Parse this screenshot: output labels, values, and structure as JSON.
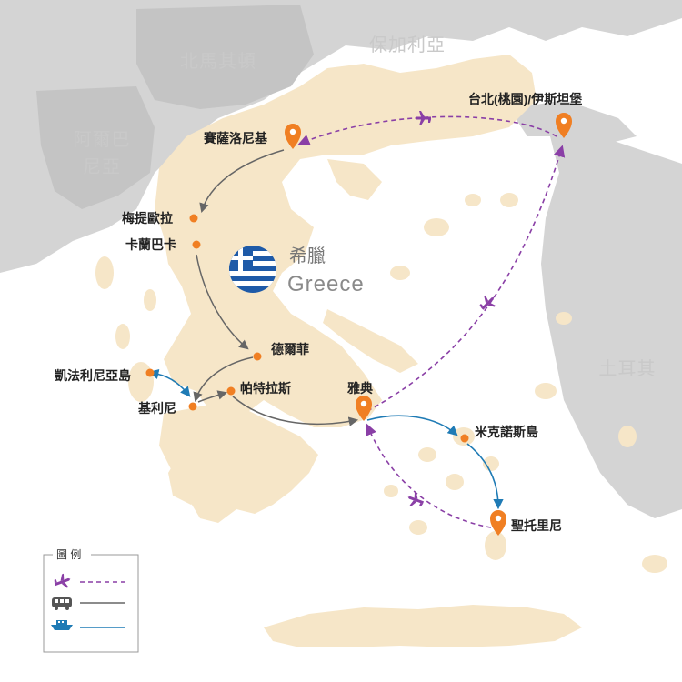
{
  "colors": {
    "sea": "#ffffff",
    "neighbor_land": "#d4d4d4",
    "greece_land": "#f6e6c8",
    "flight": "#8a3fa6",
    "bus": "#666666",
    "ferry": "#1f7bb5",
    "pin": "#f07f23",
    "dot": "#f07f23"
  },
  "countries": {
    "north_macedonia": "北馬其頓",
    "bulgaria": "保加利亞",
    "albania_line1": "阿爾巴",
    "albania_line2": "尼亞",
    "turkey": "土耳其"
  },
  "greece": {
    "name_zh": "希臘",
    "name_en": "Greece",
    "flag_icon": "greece-flag-icon"
  },
  "cities": {
    "thessaloniki": "賽薩洛尼基",
    "taipei_istanbul": "台北(桃園)/伊斯坦堡",
    "meteora": "梅提歐拉",
    "kalambaka": "卡蘭巴卡",
    "delphi": "德爾菲",
    "kefalonia": "凱法利尼亞島",
    "kyllini": "基利尼",
    "patras": "帕特拉斯",
    "athens": "雅典",
    "mykonos": "米克諾斯島",
    "santorini": "聖托里尼"
  },
  "legend": {
    "title": "圖 例",
    "items": [
      {
        "icon": "airplane-icon",
        "style": "dashed",
        "color": "#8a3fa6"
      },
      {
        "icon": "bus-icon",
        "style": "solid",
        "color": "#666666"
      },
      {
        "icon": "ferry-icon",
        "style": "solid",
        "color": "#1f7bb5"
      }
    ]
  }
}
